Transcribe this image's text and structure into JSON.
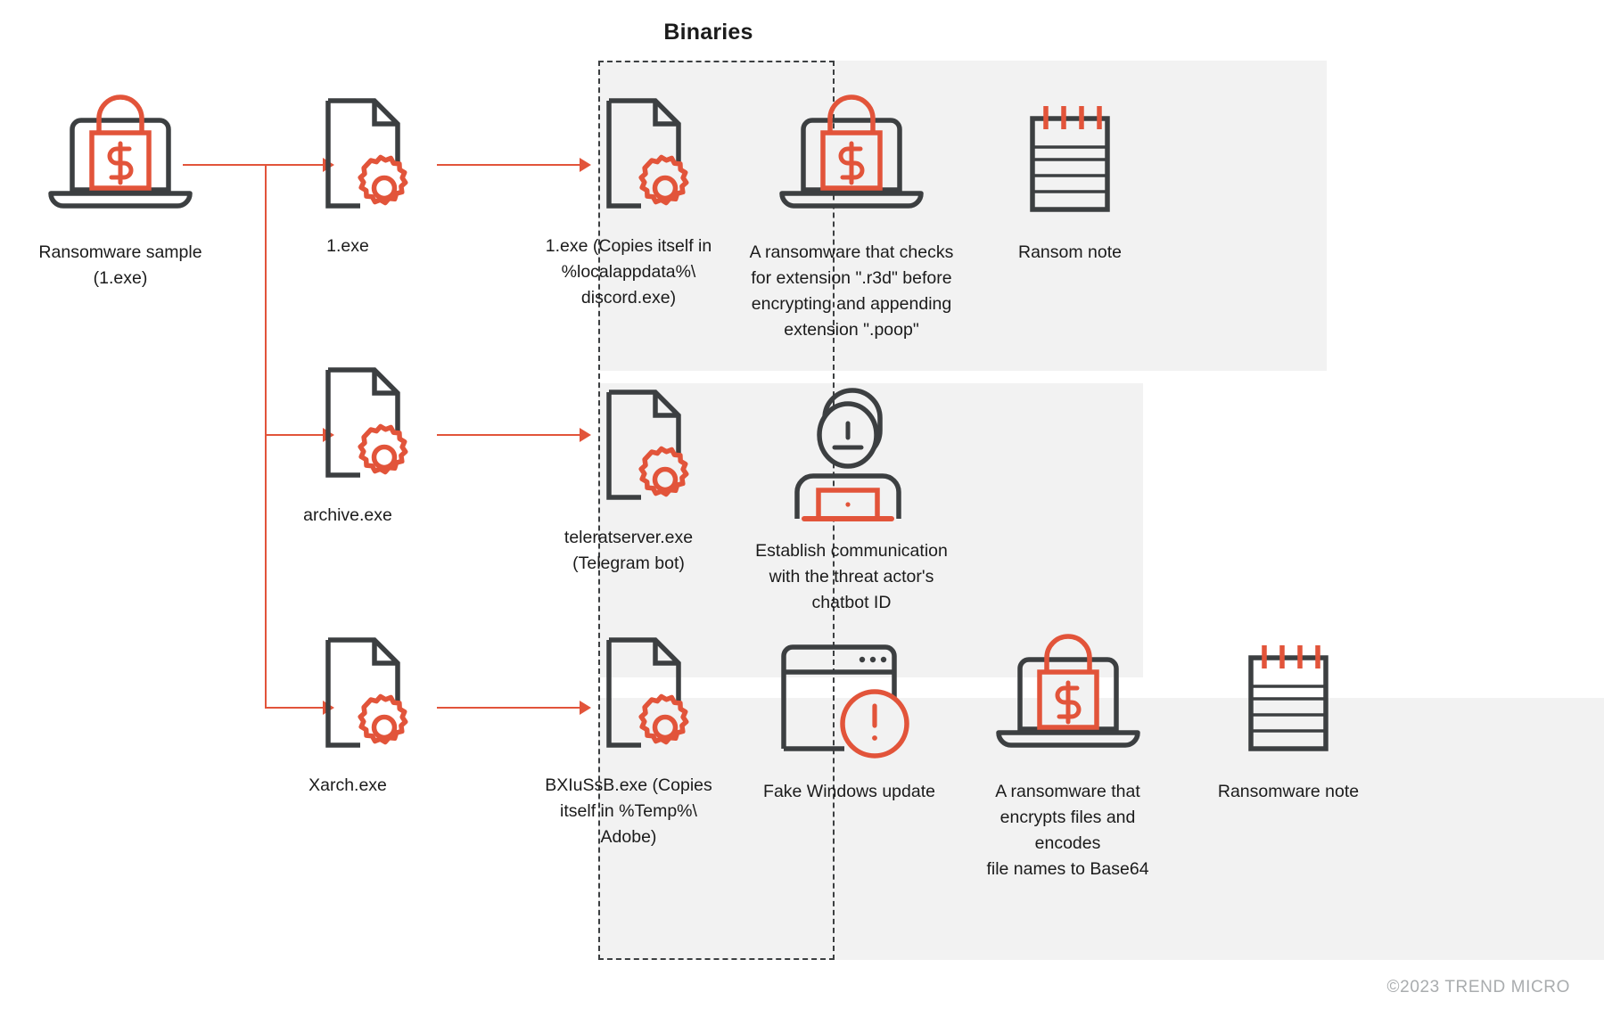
{
  "title": "Binaries",
  "colors": {
    "accent": "#e2543a",
    "dark": "#3c3f41",
    "band": "#f2f2f2",
    "text": "#1b1b1b",
    "footer_text": "#a9acae"
  },
  "source": {
    "label": "Ransomware sample\n(1.exe)",
    "icon": "laptop-lock-icon"
  },
  "droppers": [
    {
      "label": "1.exe",
      "icon": "document-gear-icon"
    },
    {
      "label": "archive.exe",
      "icon": "document-gear-icon"
    },
    {
      "label": "Xarch.exe",
      "icon": "document-gear-icon"
    }
  ],
  "rows": [
    {
      "binary": {
        "label": "1.exe (Copies itself in\n%localappdata%\\\ndiscord.exe)",
        "icon": "document-gear-icon"
      },
      "behaviors": [
        {
          "label": "A ransomware that checks\nfor extension \".r3d\" before\nencrypting and appending\nextension \".poop\"",
          "icon": "laptop-lock-icon"
        },
        {
          "label": "Ransom note",
          "icon": "notepad-icon"
        }
      ]
    },
    {
      "binary": {
        "label": "teleratserver.exe\n(Telegram bot)",
        "icon": "document-gear-icon"
      },
      "behaviors": [
        {
          "label": "Establish communication\nwith the threat actor's\nchatbot ID",
          "icon": "threat-actor-laptop-icon"
        }
      ]
    },
    {
      "binary": {
        "label": "BXIuSsB.exe (Copies\nitself in %Temp%\\\nAdobe)",
        "icon": "document-gear-icon"
      },
      "behaviors": [
        {
          "label": "Fake Windows update",
          "icon": "browser-alert-icon"
        },
        {
          "label": "A ransomware that\nencrypts files and encodes\nfile names to Base64",
          "icon": "laptop-lock-icon"
        },
        {
          "label": "Ransomware note",
          "icon": "notepad-icon"
        }
      ]
    }
  ],
  "footer": "©2023 TREND MICRO"
}
